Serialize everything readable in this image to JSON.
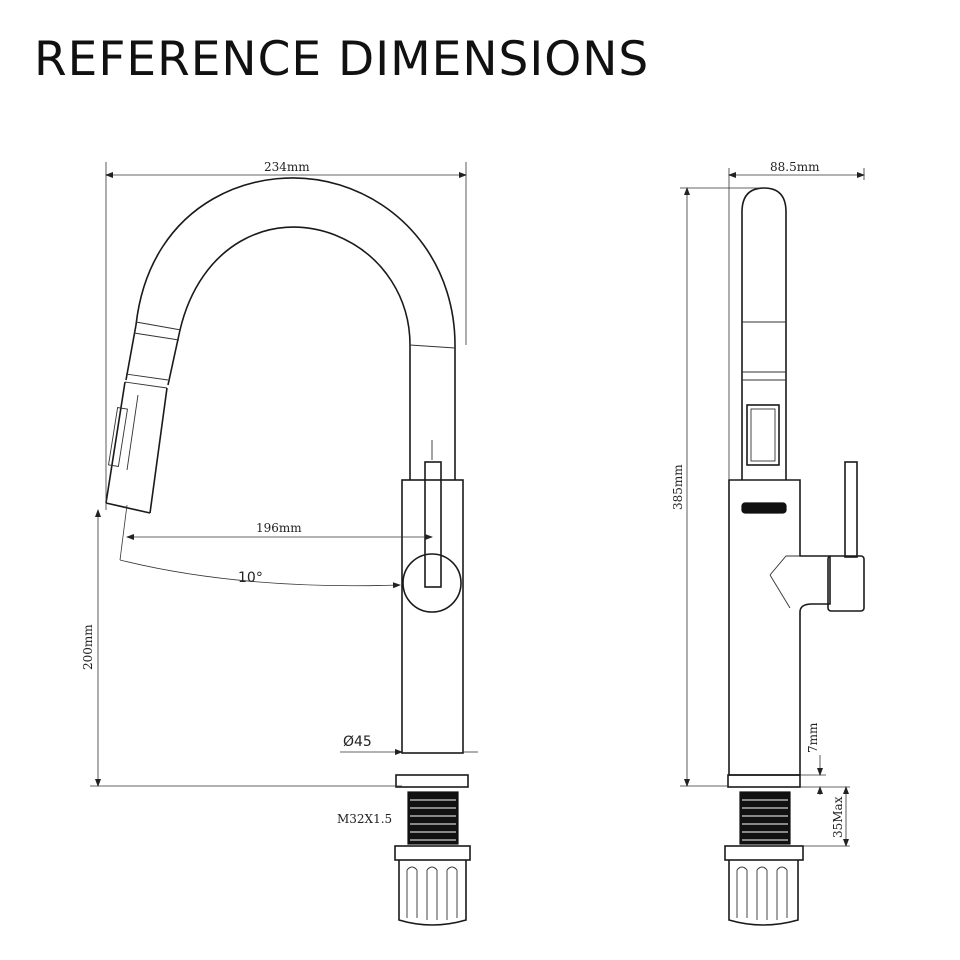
{
  "title": "REFERENCE DIMENSIONS",
  "colors": {
    "line": "#1a1a1a",
    "background": "#ffffff"
  },
  "front_view": {
    "width_label": "234mm",
    "reach_label": "196mm",
    "angle_label": "10°",
    "height_label": "200mm",
    "diameter_label": "Ø45",
    "thread_label": "M32X1.5"
  },
  "side_view": {
    "width_label": "88.5mm",
    "height_label": "385mm",
    "base_label": "7mm",
    "max_thickness_label": "35Max"
  }
}
